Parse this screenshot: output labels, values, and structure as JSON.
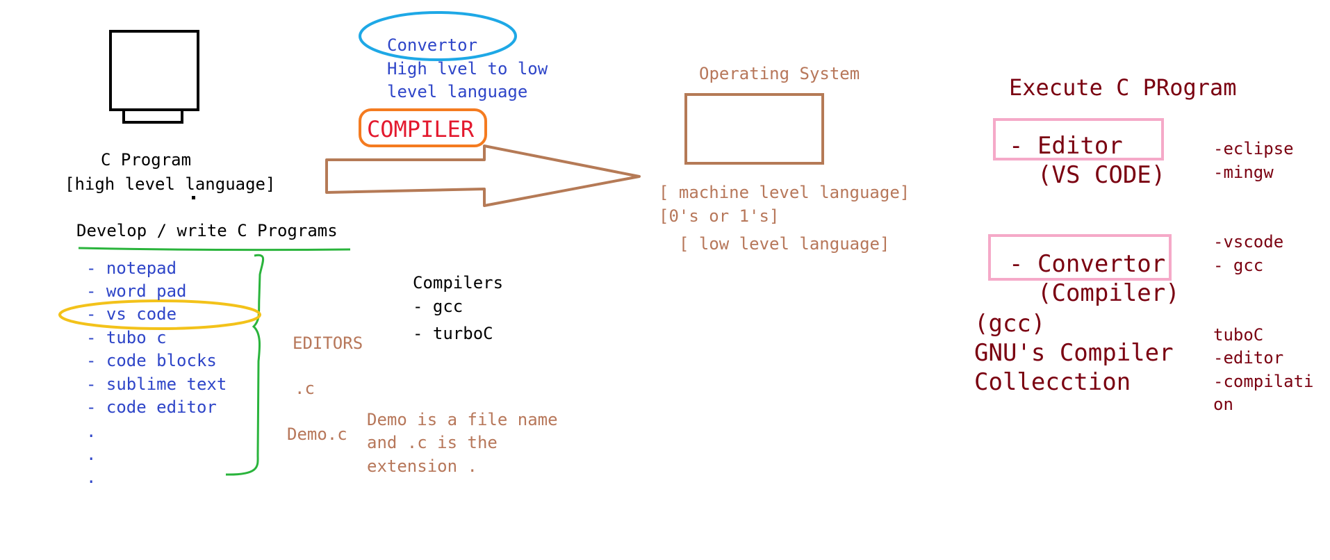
{
  "colors": {
    "ink_blue": "#2e45c8",
    "ink_black": "#000000",
    "ink_brown": "#b7775a",
    "ink_red": "#e3192e",
    "ink_maroon": "#7a0010",
    "pen_green": "#2ab43c",
    "pen_yellow": "#f3c21a",
    "pen_cyan": "#1ea8e6",
    "pen_orange": "#f47b20",
    "pen_pink": "#f5a9c8",
    "pen_brown": "#b57a56"
  },
  "program": {
    "name": "C Program",
    "level": "[high level language]"
  },
  "convertor_note": {
    "title": "Convertor",
    "line1": "High lvel to low",
    "line2": "level language"
  },
  "compiler_label": "COMPILER",
  "os": {
    "title": "Operating System",
    "machine": "[ machine level language]",
    "binary": "[0's or 1's]",
    "low": "[ low level language]"
  },
  "develop": {
    "heading": "Develop / write C Programs",
    "items": [
      "- notepad",
      "- word pad",
      "- vs code",
      "- tubo c",
      "- code blocks",
      "- sublime text",
      "- code editor",
      ".",
      ".",
      "."
    ],
    "group_label": "EDITORS"
  },
  "compilers_list": {
    "title": "Compilers",
    "items": [
      "- gcc",
      "- turboC"
    ]
  },
  "extension": {
    "ext": ".c",
    "file": "Demo.c",
    "note_line1": "Demo is a file name",
    "note_line2": "and .c is the",
    "note_line3": "extension ."
  },
  "execute": {
    "title": "Execute C PRogram",
    "editor": "- Editor",
    "editor_sub": "(VS CODE)",
    "convertor": "- Convertor",
    "convertor_sub": "(Compiler)",
    "gcc": "(gcc)",
    "gnu1": "GNU's Compiler",
    "gnu2": "Collecction"
  },
  "side_notes": {
    "n1": "-eclipse",
    "n2": "-mingw",
    "n3": "-vscode",
    "n4": "- gcc",
    "n5": "tuboC",
    "n6": "-editor",
    "n7": "-compilati",
    "n8": "on"
  }
}
